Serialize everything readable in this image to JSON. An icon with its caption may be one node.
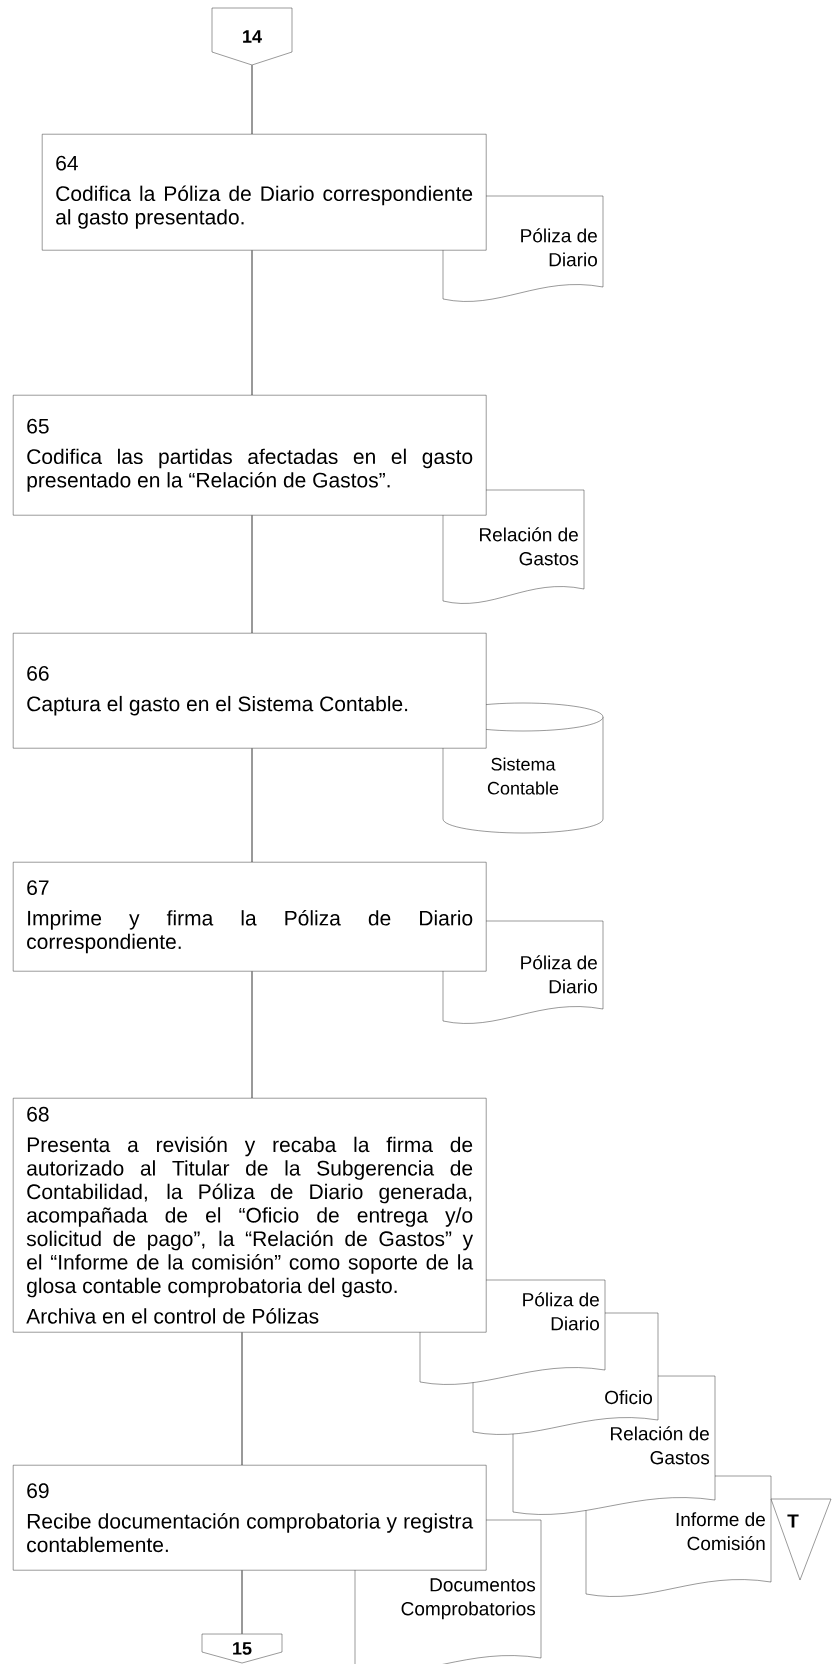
{
  "diagram": {
    "nodes": [
      {
        "text": [
          "14"
        ]
      },
      {
        "text": [
          "64",
          "Codifica la Póliza de Diario correspondiente al gasto presentado."
        ]
      },
      {
        "text": [
          "Póliza de Diario"
        ]
      },
      {
        "text": [
          "65",
          "Codifica las partidas afectadas en el gasto presentado en la “Relación de Gastos”."
        ]
      },
      {
        "text": [
          "Relación de Gastos"
        ]
      },
      {
        "text": [
          "66",
          "Captura el gasto en el Sistema Contable."
        ]
      },
      {
        "text": [
          "Sistema Contable"
        ]
      },
      {
        "text": [
          "67",
          "Imprime y firma la Póliza de Diario correspondiente."
        ]
      },
      {
        "text": [
          "Póliza de Diario"
        ]
      },
      {
        "text": [
          "68",
          "Presenta a revisión y recaba la firma de autorizado al Titular de la Subgerencia de Contabilidad, la Póliza de Diario generada, acompañada de el “Oficio de entrega y/o solicitud de pago”, la “Relación de Gastos” y el “Informe de la comisión” como soporte de la glosa contable comprobatoria del gasto.",
          "Archiva en el control de Pólizas"
        ]
      },
      {
        "text": [
          "Póliza de Diario"
        ]
      },
      {
        "text": [
          "Oficio"
        ]
      },
      {
        "text": [
          "Relación de Gastos"
        ]
      },
      {
        "text": [
          "Informe de Comisión"
        ]
      },
      {
        "text": [
          "T"
        ]
      },
      {
        "text": [
          "69",
          "Recibe documentación comprobatoria y registra contablemente."
        ]
      },
      {
        "text": [
          "Documentos Comprobatorios"
        ]
      },
      {
        "text": [
          "15"
        ]
      }
    ],
    "edges": [
      {
        "from": 0,
        "to": 1,
        "arrow": "none"
      },
      {
        "from": 1,
        "to": 3,
        "arrow": "none"
      },
      {
        "from": 3,
        "to": 5,
        "arrow": "none"
      },
      {
        "from": 5,
        "to": 7,
        "arrow": "none"
      },
      {
        "from": 7,
        "to": 9,
        "arrow": "none"
      },
      {
        "from": 9,
        "to": 15,
        "arrow": "none"
      },
      {
        "from": 15,
        "to": 17,
        "arrow": "none"
      }
    ]
  }
}
